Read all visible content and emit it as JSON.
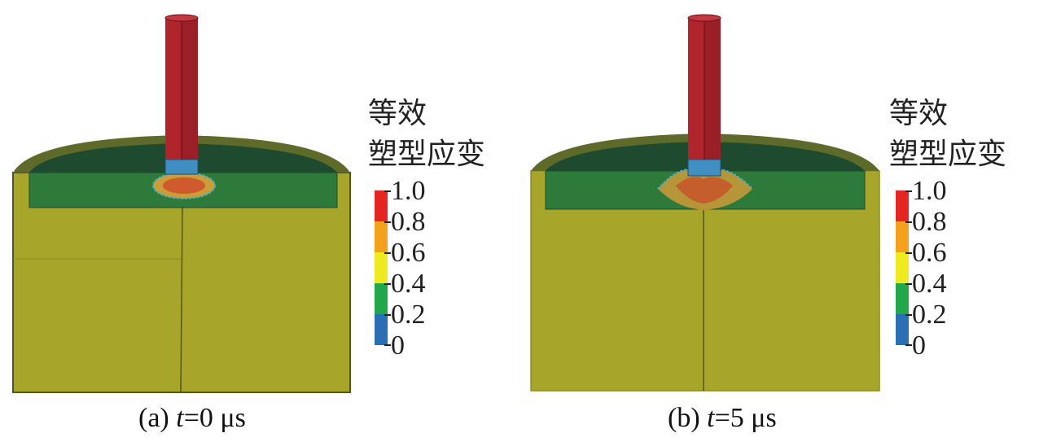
{
  "colors": {
    "red_rod": "#b0242c",
    "red_rod_dark": "#8e1c22",
    "rod_top": "#c23a40",
    "cap_blue": "#3f8fc2",
    "dome_outer": "#5e6a29",
    "dome_inner": "#1e4a2f",
    "green_band": "#2e7a3a",
    "base_yellow": "#a8a62a",
    "seam": "#55551a",
    "legend_red": "#e52620",
    "legend_orange": "#f4a21d",
    "legend_yellow": "#eeea22",
    "legend_green": "#20a84a",
    "legend_blue": "#2a6fb6"
  },
  "legend": {
    "title_line1": "等效",
    "title_line2": "塑型应变",
    "ticks": [
      "1.0",
      "0.8",
      "0.6",
      "0.4",
      "0.2",
      "0"
    ],
    "color_keys": [
      "legend_red",
      "legend_orange",
      "legend_yellow",
      "legend_green",
      "legend_blue"
    ]
  },
  "panels": [
    {
      "id": "a",
      "caption_prefix": "(a) ",
      "caption_var": "t",
      "caption_suffix": "=0 μs"
    },
    {
      "id": "b",
      "caption_prefix": "(b) ",
      "caption_var": "t",
      "caption_suffix": "=5 μs"
    }
  ]
}
